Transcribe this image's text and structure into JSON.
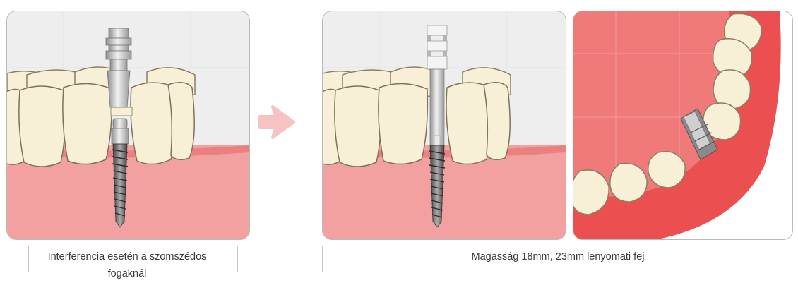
{
  "captions": {
    "left": "Interferencia esetén a szomszédos fogaknál",
    "right": "Magasság 18mm, 23mm lenyomati fej"
  },
  "colors": {
    "panel_bg": "#eeeeee",
    "gum": "#f28b8b",
    "gum_dark": "#e05a5a",
    "tooth": "#f7efd6",
    "tooth_outline": "#8a7f62",
    "metal": "#c8c8c8",
    "arrow": "#f6c2c2"
  },
  "panels": [
    {
      "id": "panel-interference",
      "tool": "impression-coping-with-interference"
    },
    {
      "id": "panel-long-coping",
      "tool": "long-impression-coping"
    },
    {
      "id": "panel-occlusal-view",
      "tool": "coping-occlusal-view"
    }
  ]
}
